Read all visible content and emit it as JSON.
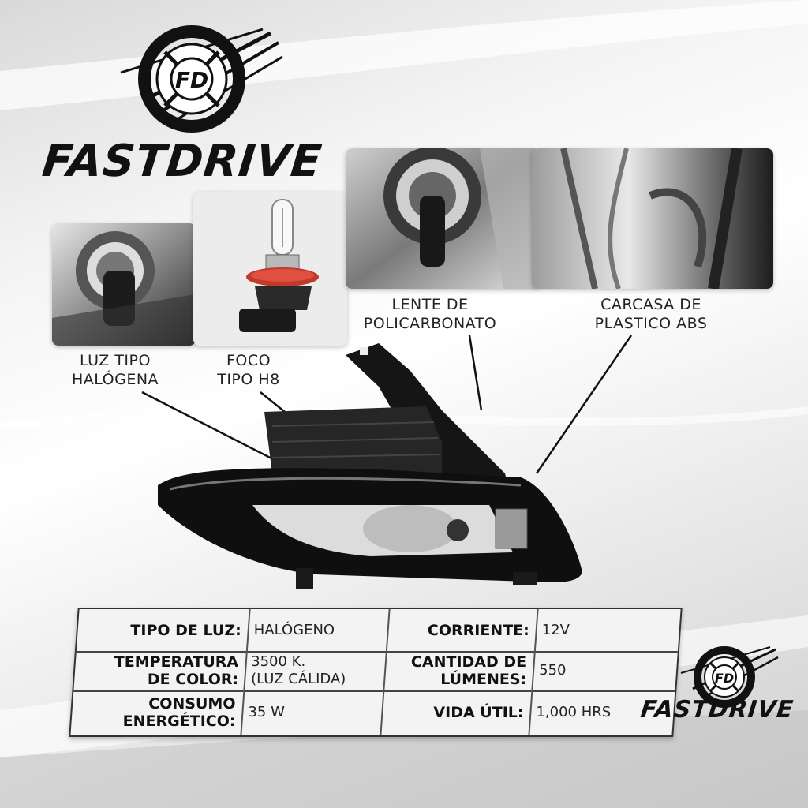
{
  "brand": {
    "name": "FASTDRIVE",
    "monogram": "FD"
  },
  "features": [
    {
      "line1": "LUZ TIPO",
      "line2": "HALÓGENA"
    },
    {
      "line1": "FOCO",
      "line2": "TIPO H8"
    },
    {
      "line1": "LENTE DE",
      "line2": "POLICARBONATO"
    },
    {
      "line1": "CARCASA DE",
      "line2": "PLASTICO ABS"
    }
  ],
  "specs": {
    "row1": {
      "k1": "TIPO DE LUZ:",
      "v1": "HALÓGENO",
      "k2": "CORRIENTE:",
      "v2": "12V"
    },
    "row2": {
      "k1a": "TEMPERATURA",
      "k1b": "DE COLOR:",
      "v1a": "3500 K.",
      "v1b": "(LUZ CÁLIDA)",
      "k2a": "CANTIDAD DE",
      "k2b": "LÚMENES:",
      "v2": "550"
    },
    "row3": {
      "k1a": "CONSUMO",
      "k1b": "ENERGÉTICO:",
      "v1": "35 W",
      "k2": "VIDA ÚTIL:",
      "v2": "1,000 HRS"
    }
  },
  "colors": {
    "accent": "#111111",
    "bulb_ring": "#c0392b",
    "chrome": "#9a9a9a"
  }
}
